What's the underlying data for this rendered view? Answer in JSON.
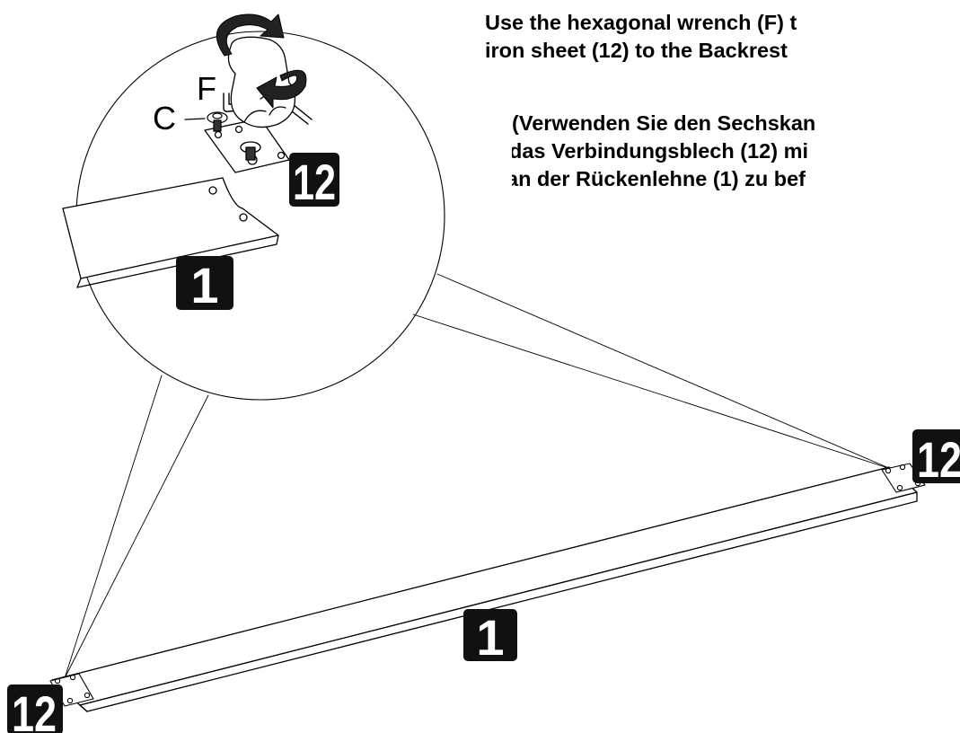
{
  "instructions": {
    "en": [
      "Use the hexagonal wrench (F) t",
      "iron sheet (12)  to the Backrest"
    ],
    "de": [
      "(Verwenden Sie den Sechskan",
      "das Verbindungsblech (12) mi",
      "an der Rückenlehne (1) zu bef"
    ]
  },
  "callouts": {
    "part_12": "12",
    "part_1": "1",
    "hardware_c": "C",
    "tool_f": "F"
  },
  "colors": {
    "ink": "#000000",
    "paper": "#ffffff",
    "label_bg": "#111111",
    "label_text": "#ffffff"
  }
}
